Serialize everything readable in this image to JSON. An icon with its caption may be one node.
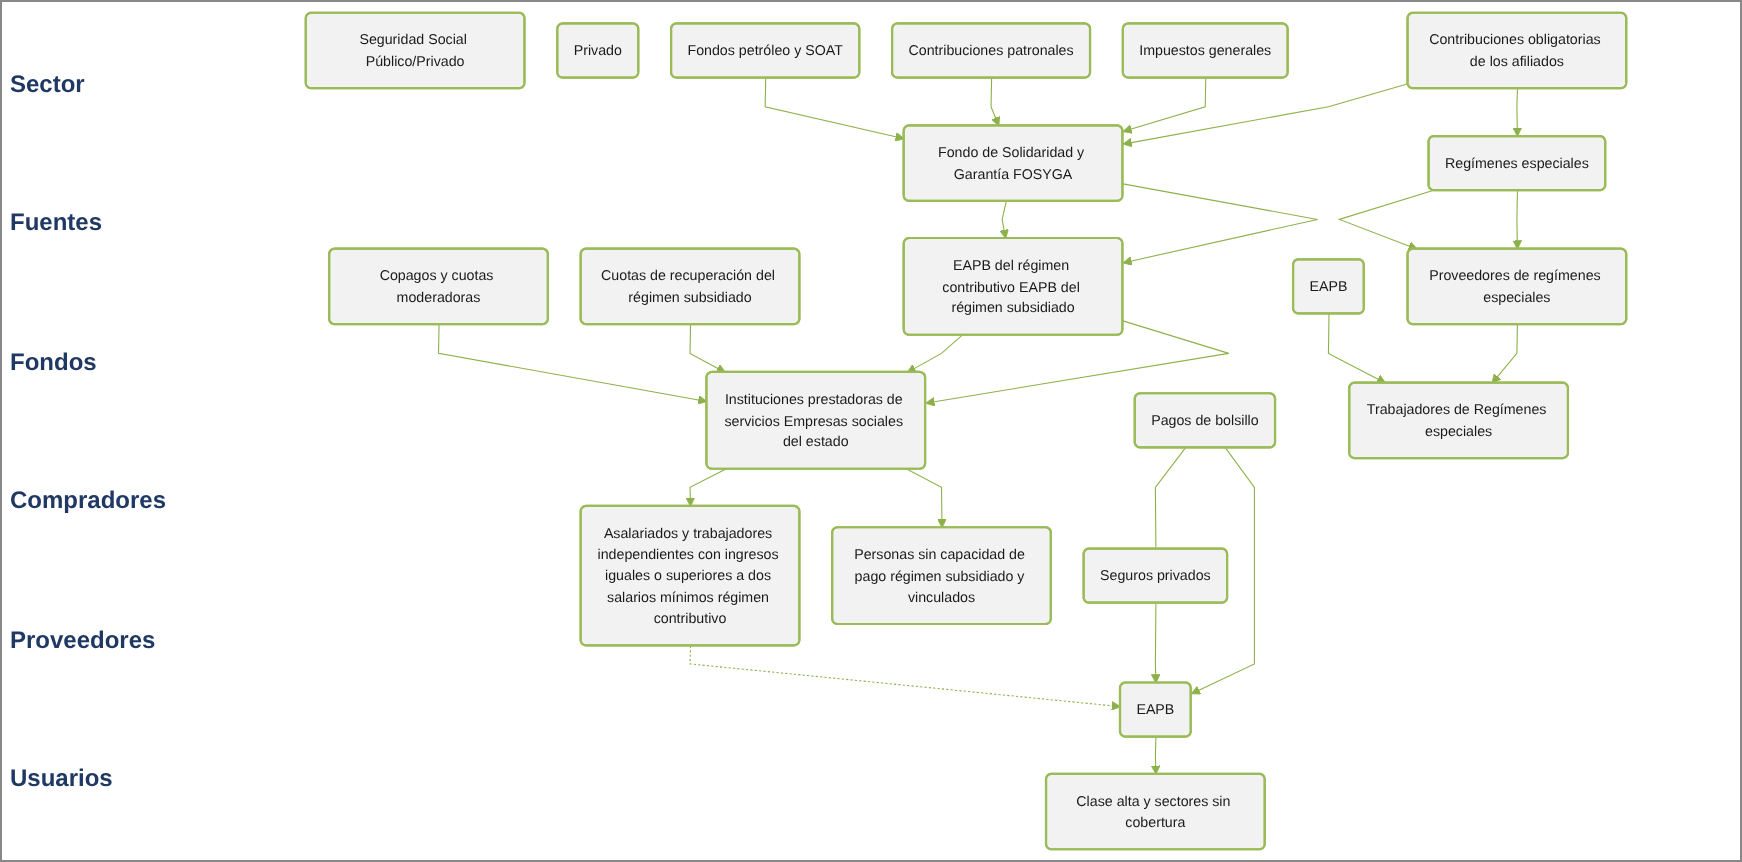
{
  "diagram": {
    "nodes": [
      {
        "text": [
          "Seguridad Social Público/Privado"
        ]
      },
      {
        "text": [
          "Privado"
        ]
      },
      {
        "text": [
          "Contribuciones obligatorias de los afiliados"
        ]
      },
      {
        "text": [
          "Impuestos generales"
        ]
      },
      {
        "text": [
          "Contribuciones patronales"
        ]
      },
      {
        "text": [
          "Fondos petróleo y SOAT"
        ]
      },
      {
        "text": [
          "Cuotas de recuperación del régimen subsidiado"
        ]
      },
      {
        "text": [
          "Copagos y cuotas moderadoras"
        ]
      },
      {
        "text": [
          "Pagos de bolsillo"
        ]
      },
      {
        "text": [
          "Fondo de Solidaridad y Garantía FOSYGA"
        ]
      },
      {
        "text": [
          "Seguros privados"
        ]
      },
      {
        "text": [
          "Regímenes especiales"
        ]
      },
      {
        "text": [
          "EAPB del régimen contributivo EAPB del régimen subsidiado"
        ]
      },
      {
        "text": [
          "Proveedores de regímenes especiales"
        ]
      },
      {
        "text": [
          "EAPB"
        ]
      },
      {
        "text": [
          "Instituciones prestadoras de servicios Empresas sociales del estado"
        ]
      },
      {
        "text": [
          "EAPB"
        ]
      },
      {
        "text": [
          "Trabajadores de Regímenes especiales"
        ]
      },
      {
        "text": [
          "Personas sin capacidad de pago régimen subsidiado y vinculados"
        ]
      },
      {
        "text": [
          "Asalariados y trabajadores independientes con ingresos iguales o superiores a dos salarios mínimos régimen contributivo"
        ]
      },
      {
        "text": [
          "Clase alta y sectores sin cobertura"
        ]
      }
    ],
    "edges": [
      {
        "from": 2,
        "to": 9,
        "arrow": "to"
      },
      {
        "from": 2,
        "to": 11,
        "arrow": "to"
      },
      {
        "from": 3,
        "to": 9,
        "arrow": "to"
      },
      {
        "from": 4,
        "to": 9,
        "arrow": "to"
      },
      {
        "from": 5,
        "to": 9,
        "arrow": "to"
      },
      {
        "from": 9,
        "to": 12,
        "arrow": "to"
      },
      {
        "from": 9,
        "to": 12,
        "arrow": "to"
      },
      {
        "from": 11,
        "to": 13,
        "arrow": "to"
      },
      {
        "from": 11,
        "to": 13,
        "arrow": "to"
      },
      {
        "from": 12,
        "to": 15,
        "arrow": "to"
      },
      {
        "from": 12,
        "to": 15,
        "arrow": "to"
      },
      {
        "from": 6,
        "to": 15,
        "arrow": "to"
      },
      {
        "from": 7,
        "to": 15,
        "arrow": "to"
      },
      {
        "from": 8,
        "to": 10,
        "arrow": "none"
      },
      {
        "from": 8,
        "to": 16,
        "arrow": "to"
      },
      {
        "from": 10,
        "to": 16,
        "arrow": "to"
      },
      {
        "from": 13,
        "to": 17,
        "arrow": "to"
      },
      {
        "from": 14,
        "to": 17,
        "arrow": "to"
      },
      {
        "from": 15,
        "to": 18,
        "arrow": "to"
      },
      {
        "from": 15,
        "to": 19,
        "arrow": "to"
      },
      {
        "from": 16,
        "to": 20,
        "arrow": "to"
      },
      {
        "from": 19,
        "to": 16,
        "arrow": "to",
        "style": "dashed"
      }
    ],
    "labels": [
      "Sector",
      "Fuentes",
      "Fondos",
      "Compradores",
      "Proveedores",
      "Usuarios"
    ]
  }
}
